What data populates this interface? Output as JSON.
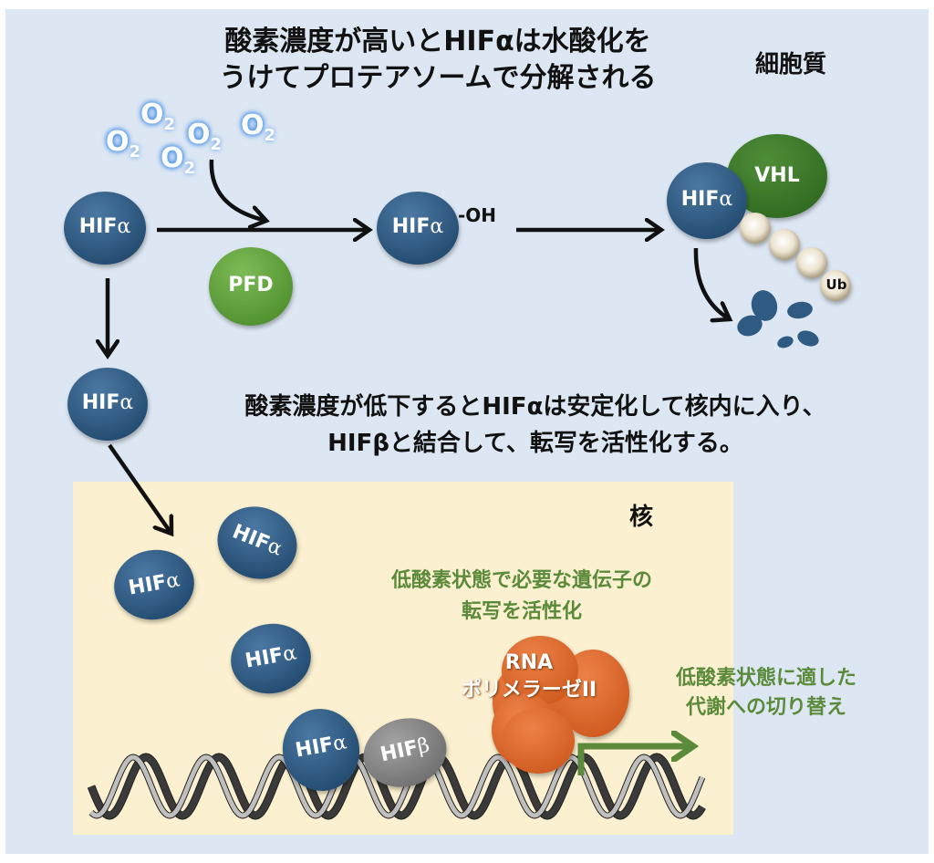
{
  "title_top": {
    "line1": "酸素濃度が高いとHIFαは水酸化を",
    "line2": "うけてプロテアソームで分解される"
  },
  "region_labels": {
    "cytoplasm": "細胞質",
    "nucleus": "核"
  },
  "oxygen_label": "O",
  "oxygen_subscript": "2",
  "molecules": {
    "hif_alpha": "HIF",
    "alpha_symbol": "α",
    "hif_beta": "HIF",
    "beta_symbol": "β",
    "hydroxyl": "-OH",
    "pfd": "PFD",
    "vhl": "VHL",
    "ub": "Ub",
    "rna_pol_line1": "RNA",
    "rna_pol_line2": "ポリメラーゼII"
  },
  "title_middle": {
    "line1": "酸素濃度が低下するとHIFαは安定化して核内に入り、",
    "line2": "HIFβと結合して、転写を活性化する。"
  },
  "nucleus_text": {
    "line1": "低酸素状態で必要な遺伝子の",
    "line2": "転写を活性化"
  },
  "outcome_text": {
    "line1": "低酸素状態に適した",
    "line2": "代謝への切り替え"
  },
  "colors": {
    "background": "#dde7f3",
    "nucleus": "#fbf0cf",
    "hif_alpha": "#2f5a82",
    "hif_beta": "#8a8a8a",
    "pfd": "#5fa23a",
    "vhl": "#3f7a2c",
    "rna_pol": "#e06a2c",
    "green_text": "#5a8a3a",
    "oxygen_glow": "#4f95e8"
  }
}
